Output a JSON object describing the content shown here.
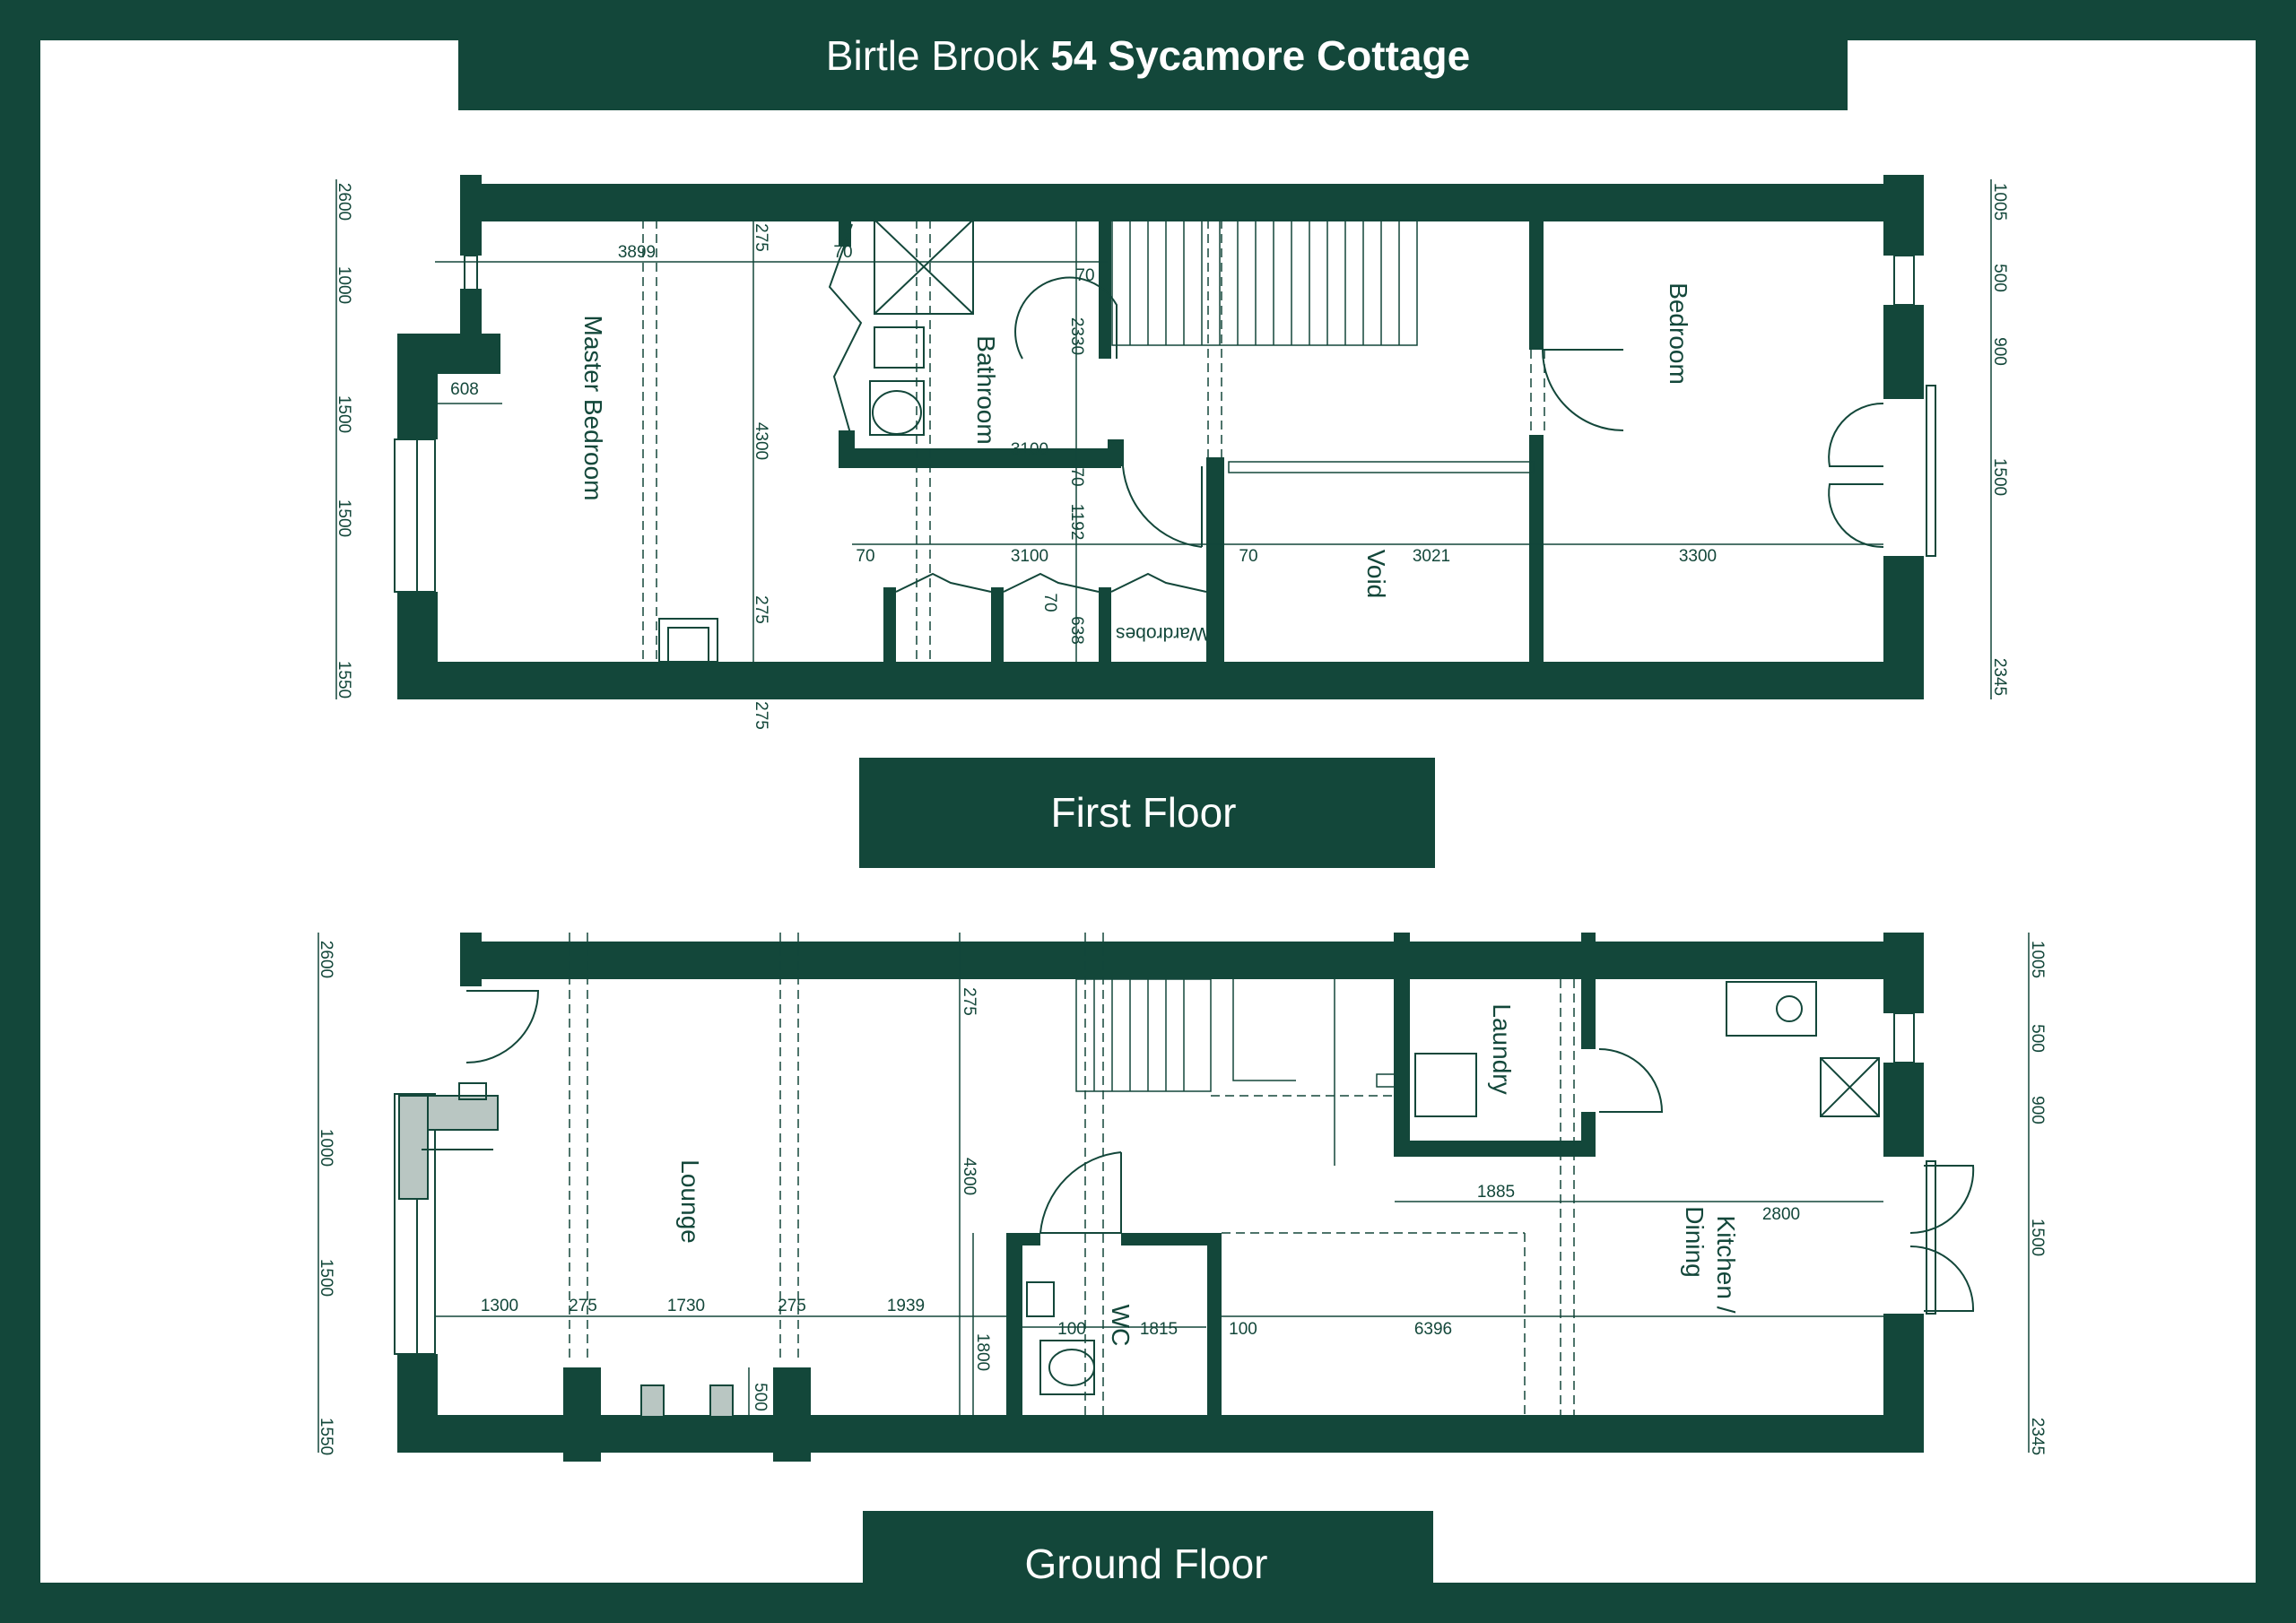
{
  "title": {
    "place": "Birtle Brook",
    "property": "54 Sycamore Cottage"
  },
  "floors": {
    "first": {
      "label": "First Floor",
      "rooms": {
        "master": "Master Bedroom",
        "bathroom": "Bathroom",
        "bedroom": "Bedroom",
        "void": "Void",
        "wardrobes": "Wardrobes"
      },
      "dims": {
        "d3899": "3899",
        "d70a": "70",
        "d70b": "70",
        "d608": "608",
        "d2330": "2330",
        "d3100a": "3100",
        "d70c": "70",
        "d1192": "1192",
        "d70d": "70",
        "d3100b": "3100",
        "d70e": "70",
        "d3021": "3021",
        "d3300": "3300",
        "d70f": "70",
        "d638": "638",
        "d4300": "4300",
        "d275a": "275",
        "d275b": "275",
        "d275c": "275"
      },
      "left_dims": {
        "a": "2600",
        "b": "1000",
        "c": "1500",
        "d": "1500",
        "e": "1550"
      },
      "right_dims": {
        "a": "1005",
        "b": "500",
        "c": "900",
        "d": "1500",
        "e": "2345"
      }
    },
    "ground": {
      "label": "Ground Floor",
      "rooms": {
        "lounge": "Lounge",
        "laundry": "Laundry",
        "wc": "WC",
        "kitchen1": "Kitchen /",
        "kitchen2": "Dining"
      },
      "dims": {
        "d1300": "1300",
        "d275a": "275",
        "d1730": "1730",
        "d275b": "275",
        "d1939": "1939",
        "d100a": "100",
        "d1815": "1815",
        "d100b": "100",
        "d6396": "6396",
        "d1885": "1885",
        "d2800": "2800",
        "d1800": "1800",
        "d500": "500",
        "d4300": "4300",
        "d275c": "275"
      },
      "left_dims": {
        "a": "2600",
        "b": "1000",
        "c": "1500",
        "d": "1550"
      },
      "right_dims": {
        "a": "1005",
        "b": "500",
        "c": "900",
        "d": "1500",
        "e": "2345"
      }
    }
  },
  "colors": {
    "frame": "#13473a",
    "paper": "#ffffff",
    "line": "#13473a"
  }
}
